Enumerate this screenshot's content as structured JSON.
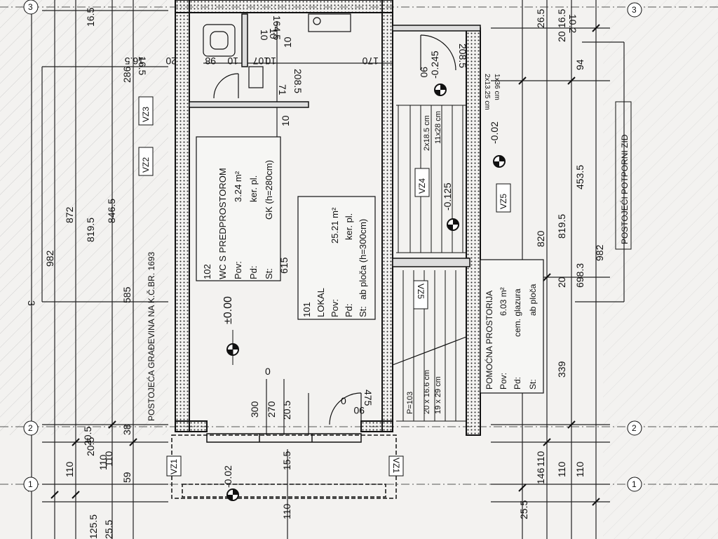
{
  "rooms": {
    "wc": {
      "number": "102",
      "name": "WC S PREDPROSTOROM",
      "pov_label": "Pov:",
      "pov": "3.24 m²",
      "pd_label": "Pd:",
      "pd": "ker. pl.",
      "st_label": "St:",
      "st": "GK (h=280cm)"
    },
    "lokal": {
      "number": "101",
      "name": "LOKAL",
      "pov_label": "Pov:",
      "pov": "25.21 m²",
      "pd_label": "Pd:",
      "pd": "ker. pl.",
      "st_label": "St:",
      "st": "ab ploča (h=300cm)"
    },
    "pomocna": {
      "name": "POMOĆNA PROSTORIJA",
      "pov_label": "Pov:",
      "pov": "6.03 m²",
      "pd_label": "Pd:",
      "pd": "cem. glazura",
      "st_label": "St:",
      "st": "ab ploča"
    }
  },
  "annotations": {
    "neighbor_building": "POSTOJEĆA GRAĐEVINA NA K.Č.BR. 1693",
    "retaining_wall": "POSTOJEĆI POTPORNI ZID",
    "stairs_top": [
      "2x18.5 cm",
      "11x28 cm"
    ],
    "stairs_bottom": [
      "20 x 16.6 cm",
      "19 x 29 cm"
    ],
    "stair_p": "P=103",
    "stair_top_small": [
      "2x13.25 cm",
      "1x36 cm"
    ]
  },
  "levels": {
    "main": "±0.00",
    "front": "-0.02",
    "stair1": "-0.125",
    "stair2": "-0.245",
    "rear": "-0.02"
  },
  "tags": {
    "vz1a": "VZ1",
    "vz1b": "VZ1",
    "vz2": "VZ2",
    "vz3": "VZ3",
    "vz4": "VZ4",
    "vz5a": "VZ5",
    "vz5b": "VZ5"
  },
  "axes": {
    "a1": "1",
    "a2": "2",
    "a3": "3",
    "b1": "1",
    "b2": "2",
    "b3": "3"
  },
  "dims_left_outer": [
    "125.5",
    "25.5",
    "982",
    "3"
  ],
  "dims_left_mid": [
    "110",
    "20.5",
    "110",
    "59",
    "872",
    "16.5"
  ],
  "dims_left_inner": [
    "819.5",
    "846.5",
    "585",
    "286",
    "16.5"
  ],
  "dims_left_col4": [
    "110",
    "20.5",
    "38"
  ],
  "dims_plan": [
    "615",
    "300",
    "270",
    "20.5",
    "15.5",
    "110",
    "10",
    "16.5",
    "98",
    "20",
    "10",
    "107",
    "10",
    "170",
    "208.5",
    "10",
    "71",
    "10",
    "164.5",
    "10",
    "90",
    "475",
    "90",
    "208.5",
    "0",
    "0"
  ],
  "dims_right": [
    "26.5",
    "16.5",
    "20",
    "10.2",
    "94",
    "453.5",
    "819.5",
    "820",
    "982",
    "698.3",
    "20",
    "339",
    "110",
    "146",
    "110",
    "110",
    "25.5"
  ]
}
